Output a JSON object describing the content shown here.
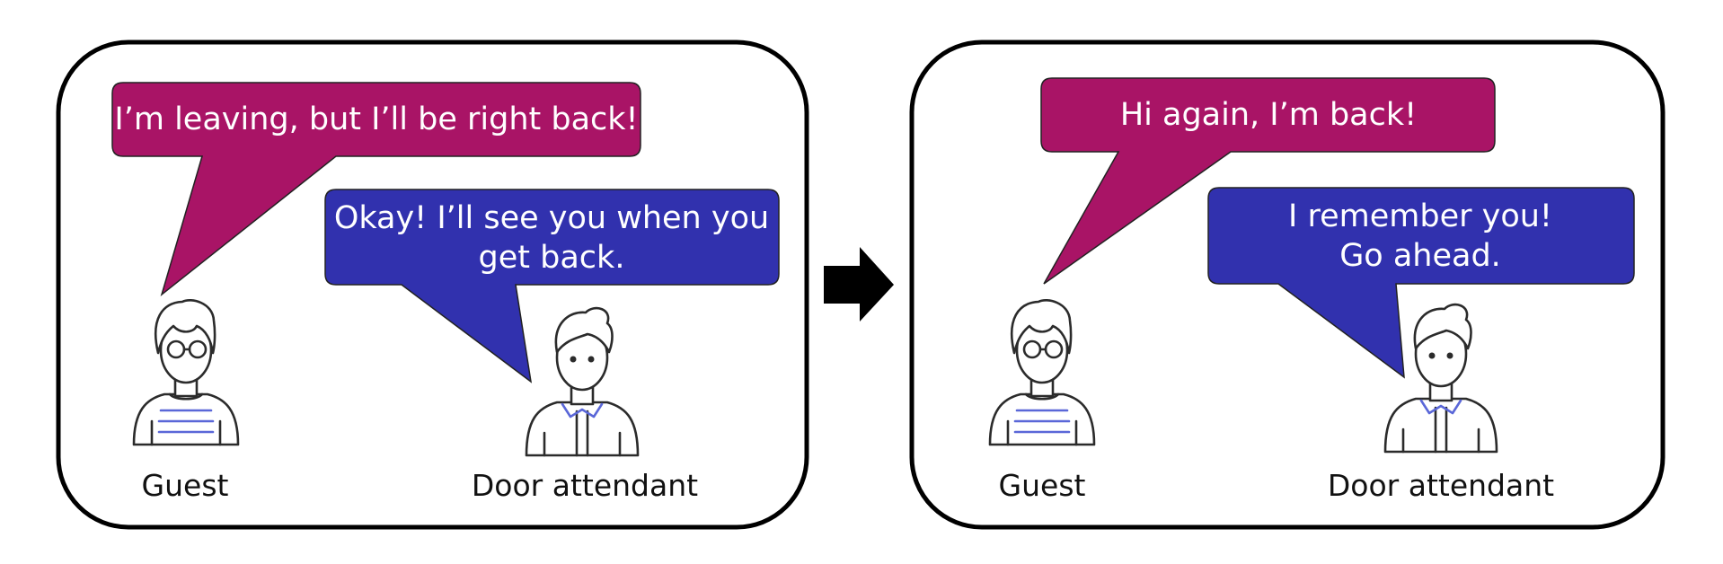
{
  "colors": {
    "guest_bubble": "#A91466",
    "attendant_bubble": "#3131AE",
    "bubble_text": "#FFFFFF",
    "panel_border": "#000000",
    "arrow": "#000000",
    "figure_accent": "#5A67D8"
  },
  "panels": [
    {
      "guest_bubble": {
        "lines": [
          "I’m leaving, but I’ll be right back!"
        ]
      },
      "attendant_bubble": {
        "lines": [
          "Okay! I’ll see you when you",
          "get back."
        ]
      },
      "guest_label": "Guest",
      "attendant_label": "Door attendant"
    },
    {
      "guest_bubble": {
        "lines": [
          "Hi again, I’m back!"
        ]
      },
      "attendant_bubble": {
        "lines": [
          "I remember you!",
          "Go ahead."
        ]
      },
      "guest_label": "Guest",
      "attendant_label": "Door attendant"
    }
  ],
  "transition_icon": "right-arrow-icon"
}
